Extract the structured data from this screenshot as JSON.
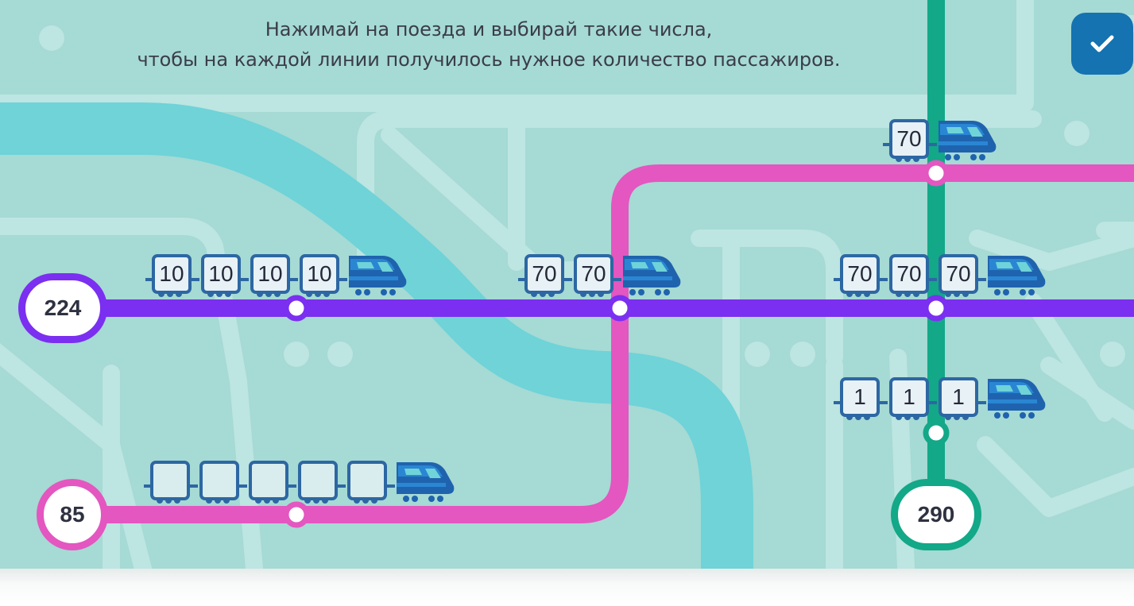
{
  "instructions": {
    "line1": "Нажимай на поезда и выбирай такие числа,",
    "line2": "чтобы на каждой линии получилось нужное количество пассажиров."
  },
  "check_button": {
    "icon": "checkmark-icon",
    "color": "#1473b0"
  },
  "colors": {
    "background": "#a6dad4",
    "river": "#6fd3d8",
    "purple_line": "#7b2ff0",
    "pink_line": "#e456c0",
    "green_line": "#12a888",
    "wagon_border": "#2d67a3",
    "locomotive": "#1f63ae"
  },
  "stations": {
    "purple": {
      "target": "224"
    },
    "pink": {
      "target": "85"
    },
    "green": {
      "target": "290"
    }
  },
  "trains": {
    "purple_1": [
      "10",
      "10",
      "10",
      "10"
    ],
    "purple_2": [
      "70",
      "70"
    ],
    "purple_3": [
      "70",
      "70",
      "70"
    ],
    "pink_1": [
      "",
      "",
      "",
      "",
      ""
    ],
    "green_top": [
      "70"
    ],
    "green_mid": [
      "1",
      "1",
      "1"
    ]
  }
}
